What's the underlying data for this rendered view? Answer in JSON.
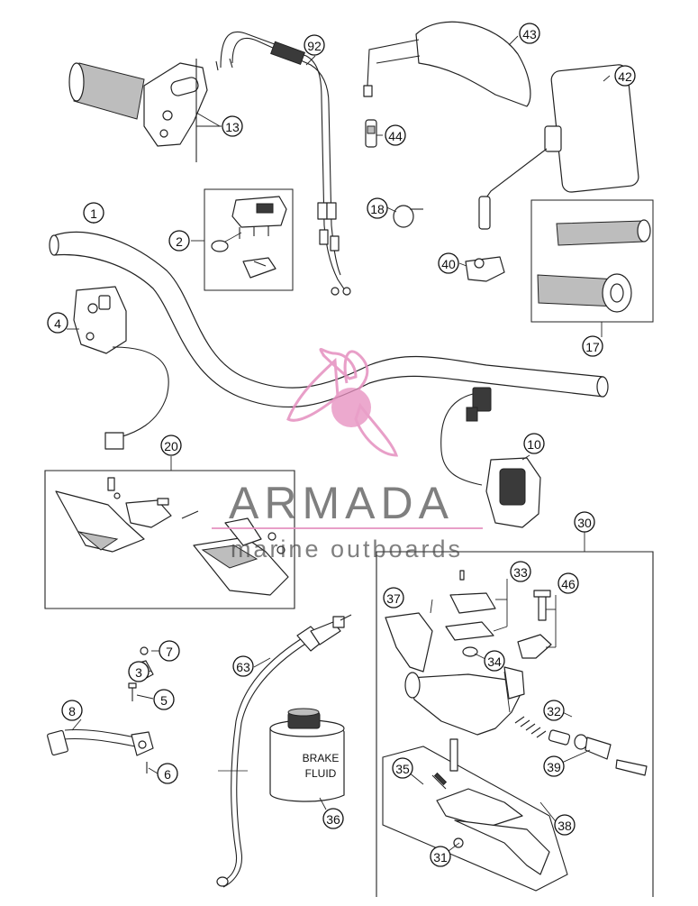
{
  "diagram": {
    "callouts": [
      {
        "num": "1"
      },
      {
        "num": "2"
      },
      {
        "num": "4"
      },
      {
        "num": "5"
      },
      {
        "num": "6"
      },
      {
        "num": "7"
      },
      {
        "num": "8"
      },
      {
        "num": "3"
      },
      {
        "num": "10"
      },
      {
        "num": "13"
      },
      {
        "num": "17"
      },
      {
        "num": "18"
      },
      {
        "num": "20"
      },
      {
        "num": "30"
      },
      {
        "num": "31"
      },
      {
        "num": "32"
      },
      {
        "num": "33"
      },
      {
        "num": "34"
      },
      {
        "num": "35"
      },
      {
        "num": "36"
      },
      {
        "num": "37"
      },
      {
        "num": "38"
      },
      {
        "num": "39"
      },
      {
        "num": "40"
      },
      {
        "num": "42"
      },
      {
        "num": "43"
      },
      {
        "num": "44"
      },
      {
        "num": "46"
      },
      {
        "num": "63"
      },
      {
        "num": "92"
      }
    ],
    "fluid_can": {
      "line1": "BRAKE",
      "line2": "FLUID"
    }
  },
  "watermark": {
    "title": "ARMADA",
    "subtitle": "marine outboards",
    "accent_color": "#e58fbf",
    "text_color": "#444444"
  }
}
